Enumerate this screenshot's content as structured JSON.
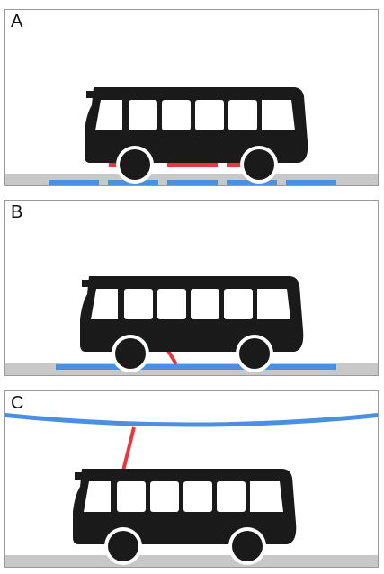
{
  "panels": [
    {
      "label": "A",
      "system": "ground-level-segmented-conductor"
    },
    {
      "label": "B",
      "system": "ground-level-continuous-conductor"
    },
    {
      "label": "C",
      "system": "overhead-wire"
    }
  ],
  "colors": {
    "bus": "#1a1a1a",
    "window": "#ffffff",
    "road": "#c8c8c8",
    "conductor": "#4a90e2",
    "current_collector": "#e8383d"
  },
  "icons": {
    "vehicle": "bus-icon"
  }
}
